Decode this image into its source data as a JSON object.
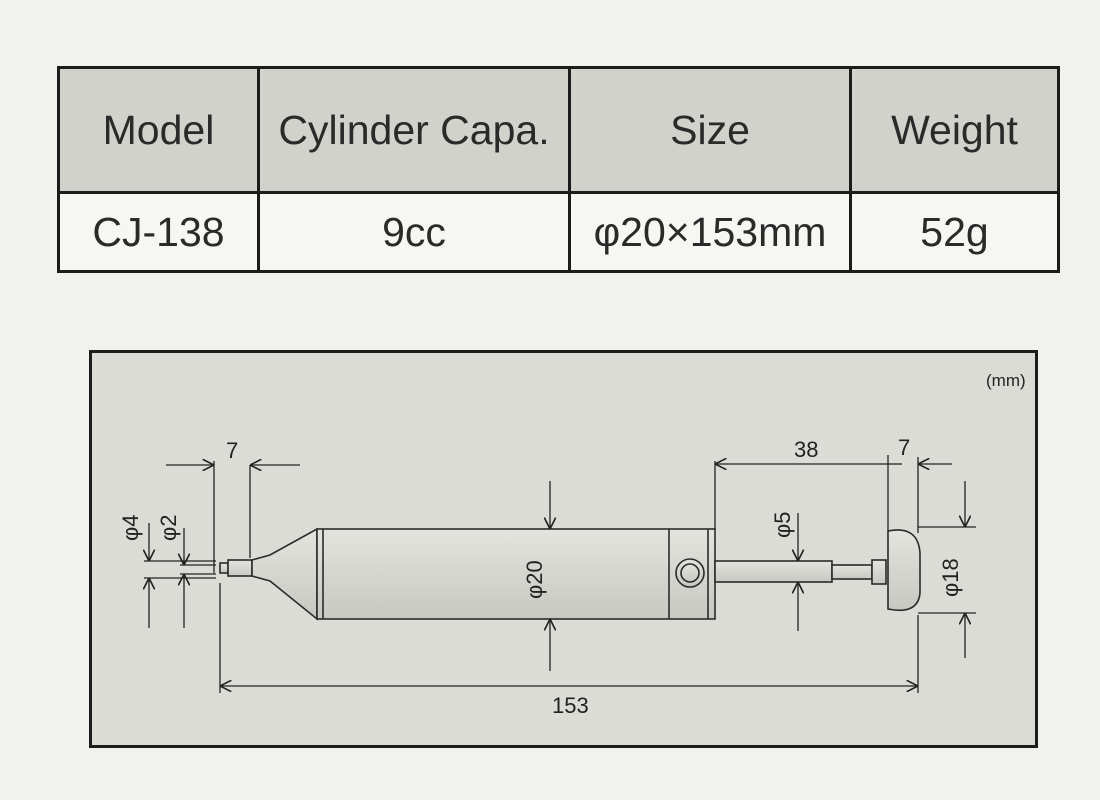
{
  "spec_table": {
    "headers": [
      "Model",
      "Cylinder Capa.",
      "Size",
      "Weight"
    ],
    "row": [
      "CJ-138",
      "9cc",
      "φ20×153mm",
      "52g"
    ]
  },
  "drawing": {
    "unit": "(mm)",
    "dimensions": {
      "nozzle_length": "7",
      "outer_nozzle_dia": "φ4",
      "inner_nozzle_dia": "φ2",
      "body_dia": "φ20",
      "plunger_length": "38",
      "knob_thickness": "7",
      "rod_dia": "φ5",
      "knob_dia": "φ18",
      "total_length": "153"
    }
  }
}
